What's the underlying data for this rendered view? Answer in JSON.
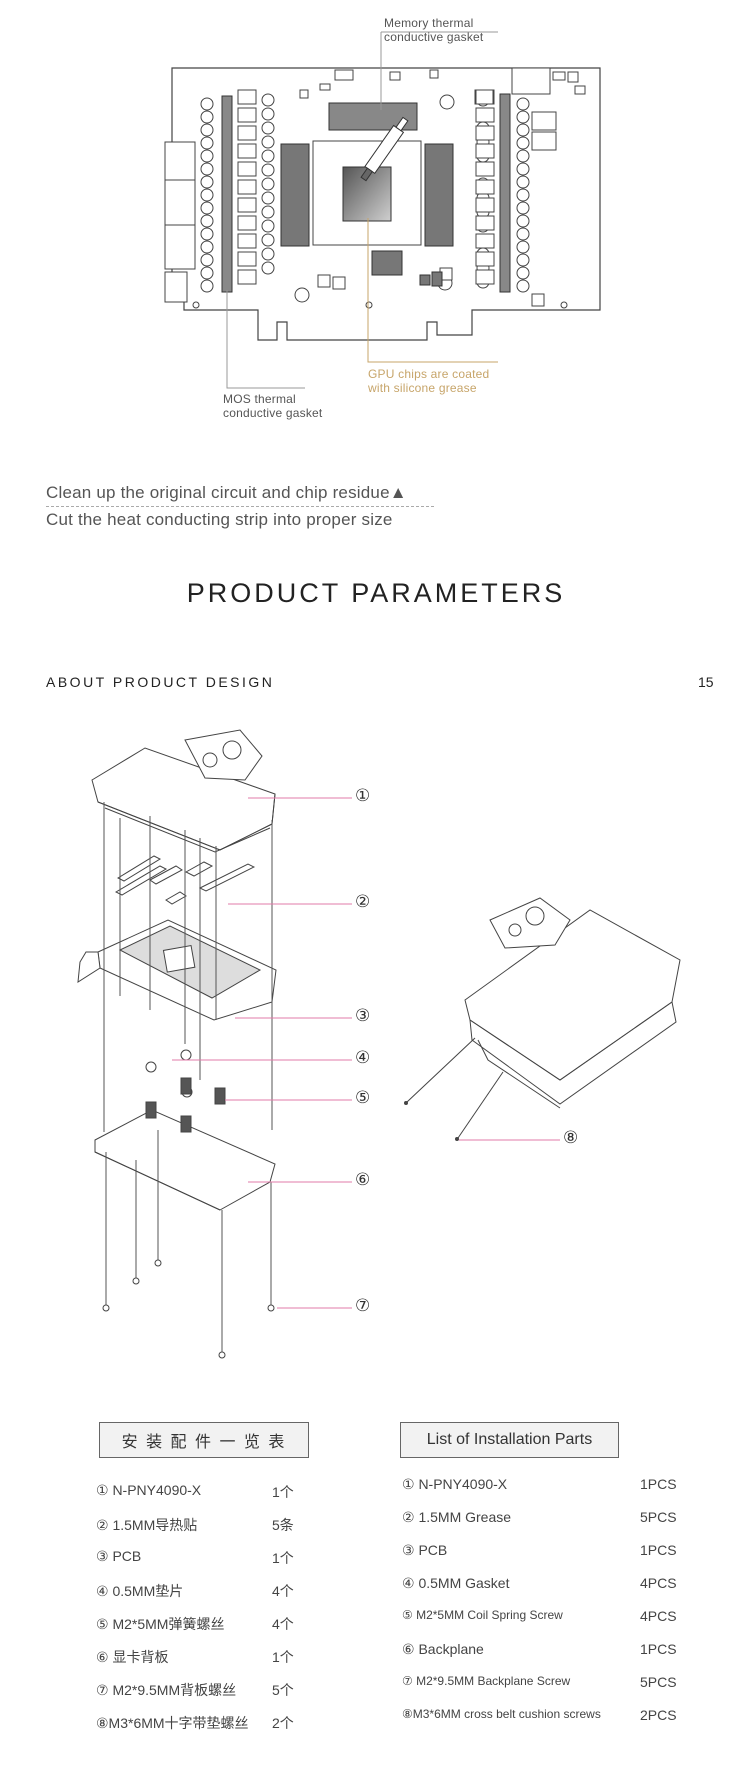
{
  "pcb_labels": {
    "memory": [
      "Memory thermal",
      "conductive gasket"
    ],
    "mos": [
      "MOS thermal",
      "conductive gasket"
    ],
    "gpu": [
      "GPU chips are coated",
      "with silicone grease"
    ]
  },
  "cleanup": {
    "line1": "Clean up the original circuit and chip residue▲",
    "line2": "Cut the heat conducting strip into proper size"
  },
  "title": "PRODUCT PARAMETERS",
  "section": {
    "label": "ABOUT PRODUCT DESIGN",
    "page": "15"
  },
  "diagram_numbers": [
    "①",
    "②",
    "③",
    "④",
    "⑤",
    "⑥",
    "⑦",
    "⑧"
  ],
  "parts_cn": {
    "header": "安 装 配 件 一 览 表",
    "items": [
      {
        "name": "① N-PNY4090-X",
        "qty": "1个"
      },
      {
        "name": "② 1.5MM导热贴",
        "qty": "5条"
      },
      {
        "name": "③  PCB",
        "qty": "1个"
      },
      {
        "name": "④ 0.5MM垫片",
        "qty": "4个"
      },
      {
        "name": "⑤ M2*5MM弹簧螺丝",
        "qty": "4个"
      },
      {
        "name": "⑥ 显卡背板",
        "qty": "1个"
      },
      {
        "name": "⑦ M2*9.5MM背板螺丝",
        "qty": "5个"
      },
      {
        "name": "⑧M3*6MM十字带垫螺丝",
        "qty": "2个"
      }
    ]
  },
  "parts_en": {
    "header": "List of Installation Parts",
    "items": [
      {
        "name": "① N-PNY4090-X",
        "qty": "1PCS"
      },
      {
        "name": "② 1.5MM  Grease",
        "qty": "5PCS"
      },
      {
        "name": "③ PCB",
        "qty": "1PCS"
      },
      {
        "name": "④ 0.5MM  Gasket",
        "qty": "4PCS"
      },
      {
        "name": "⑤ M2*5MM  Coil  Spring  Screw",
        "qty": "4PCS"
      },
      {
        "name": "⑥  Backplane",
        "qty": "1PCS"
      },
      {
        "name": "⑦ M2*9.5MM  Backplane  Screw",
        "qty": "5PCS"
      },
      {
        "name": "⑧M3*6MM cross belt cushion screws",
        "qty": "2PCS"
      }
    ]
  }
}
